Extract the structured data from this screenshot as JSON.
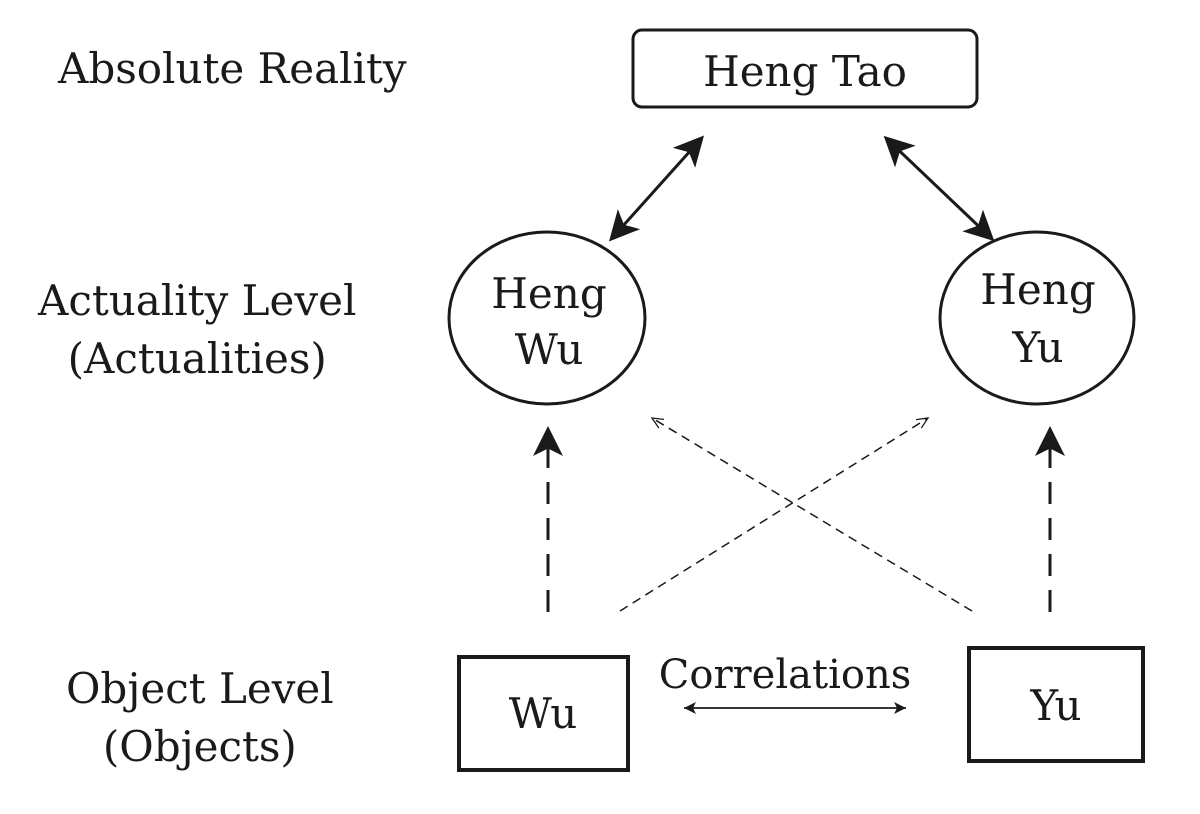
{
  "levels": {
    "absolute": {
      "label": "Absolute Reality"
    },
    "actuality": {
      "label_line1": "Actuality Level",
      "label_line2": "(Actualities)"
    },
    "object": {
      "label_line1": "Object Level",
      "label_line2": "(Objects)"
    }
  },
  "nodes": {
    "heng_tao": {
      "label": "Heng Tao"
    },
    "heng_wu": {
      "label_line1": "Heng",
      "label_line2": "Wu"
    },
    "heng_yu": {
      "label_line1": "Heng",
      "label_line2": "Yu"
    },
    "wu": {
      "label": "Wu"
    },
    "yu": {
      "label": "Yu"
    }
  },
  "edges": {
    "correlations": {
      "label": "Correlations"
    }
  },
  "colors": {
    "ink": "#1a1a1a",
    "background": "#ffffff"
  }
}
